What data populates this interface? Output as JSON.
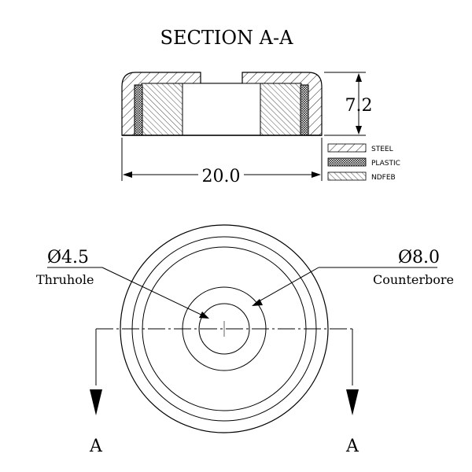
{
  "title": "SECTION A-A",
  "dimensions": {
    "height": "7.2",
    "width": "20.0",
    "thruhole_diameter": "Ø4.5",
    "thruhole_label": "Thruhole",
    "counterbore_diameter": "Ø8.0",
    "counterbore_label": "Counterbore"
  },
  "legend": [
    {
      "material": "STEEL",
      "pattern": "steel-hatch"
    },
    {
      "material": "PLASTIC",
      "pattern": "plastic-crosshatch"
    },
    {
      "material": "NDFEB",
      "pattern": "ndfeb-hatch"
    }
  ],
  "section_markers": {
    "left": "A",
    "right": "A"
  }
}
